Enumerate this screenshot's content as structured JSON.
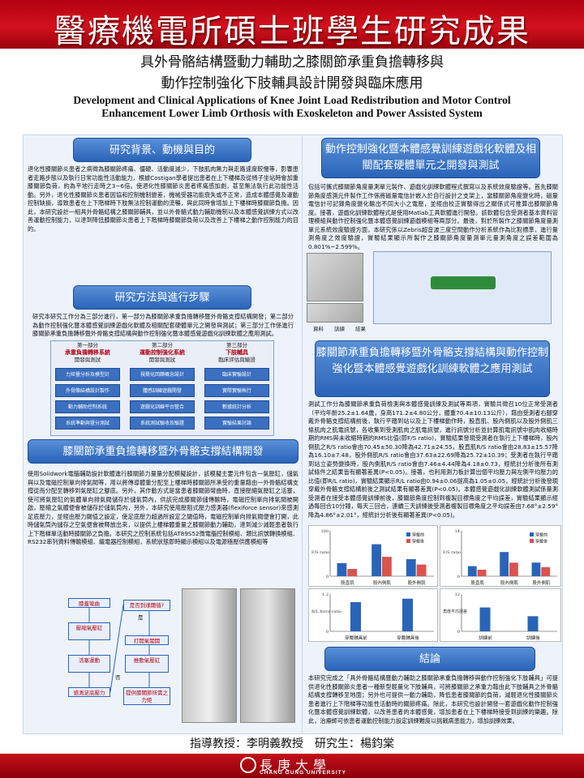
{
  "banner": {
    "title": "醫療機電所碩士班學生研究成果"
  },
  "titles": {
    "zh_line1": "具外骨骼結構暨動力輔助之膝關節承重負擔轉移與",
    "zh_line2": "動作控制強化下肢輔具設計開發與臨床應用",
    "en_line1": "Development and Clinical Applications of Knee Joint Load Redistribution and Motor Control",
    "en_line2": "Enhancement Lower Limb Orthosis with Exoskeleton and Power Assisted System"
  },
  "sections": {
    "background": {
      "title": "研究背景、動機與目的",
      "text": "退化性膝關節炎患者之病徵為膝關節疼痛、僵硬、活動度減少，下肢肌肉無力與走路速度較慢等，影響患者走路步態以及執行日常功能性活動能力，根據Costigan學者提出患者在上下樓梯及從椅子坐站時會加重膝關節負荷，約為平地行走時之3~6倍。使退化性膝關節炎患者疼痛感加劇，甚至無法執行此功能性活動。另外，退化性膝關節炎患者因協和控制機制變差，機械受器功能衰失或不正常，造成本體感覺及運動控制缺損，導致患者在上下階梯時下肢無法控制運動的流暢，與此同時會增加上下樓梯時膝關節負擔。因此，本研究設計一組具外骨骼結構之膝關節輔具，並以外骨骼式動力輔助機制以及本體感覺訓練方式以改善運動控制能力，以達到降低膝關節炎患者上下階梯時膝關節負荷以及改善上下樓梯之動作控制能力的目的。"
    },
    "methods": {
      "title": "研究方法與進行步驟",
      "text": "研究本研究工作分為三部分進行，第一部分為膝關節承重負擔轉移暨外骨骼支撐結構開發；第二部分為動作控制強化暨本體感覺訓練遊戲化軟體及相關配套硬體單元之開發與測試；第三部分工作係進行膝關節承重負擔轉移暨外骨骼支撐結構與動作控制強化暨本體感覺遊戲化訓練軟體之應用測試。",
      "flow": {
        "columns": [
          {
            "head1": "第一部分",
            "head2": "承重負擔轉移系統",
            "head3": "開發與測試",
            "items": [
              "力矩量分析及模型計",
              "外骨骼結構設計製作",
              "動力輔助控制系統",
              "系統準動與暨分測試"
            ]
          },
          {
            "head1": "第二部分",
            "head2": "運動控制強化系統",
            "head3": "開發與測試",
            "items": [
              "視覺化回饋概念設計",
              "體感訓練遊戲開發",
              "遊戲化訓練平台整合",
              "系統測試驗收及驗證"
            ]
          },
          {
            "head1": "第三部分",
            "head2": "下肢輔具",
            "head3": "臨床評估與驗證",
            "items": [
              "臨床實驗設計",
              "實際實驗執行",
              "數據統計分析",
              "實驗結果討論"
            ]
          }
        ]
      }
    },
    "exo": {
      "title": "膝關節承重負擔轉移暨外骨骼支撐結構開發",
      "text": "使用Solidwork電腦輔助設計軟體進行膝關節力量量分配模擬設計，該模擬主要元件包含一氣壓缸，儲氣與以及電磁控制單向排氣閥等，用以將傳導體重分配至上樓梯時膝關節所承受的重量藉由一外骨骼結構支撐從而分配至轉移到氣壓缸之腳底。另外，其作動方式是當患者膝關節彎曲時，直接壓縮氣壓缸之活塞，使可將氣壓缸的氣體單向排氣閥儲存於儲氣筒內，供該完成膝關節儲傳輸時，電磁控制單向排氣閥被開啟，壓縮之氣體便會被儲存於儲氣筒內，另外，本研究使用壓阻式壓力感測器(flexiforce sensor)來感測足底壓力，並經由壓力閾值之設定，使足底壓力超過所設定之閾值時，電磁控制單向排氣閥便會打開，此時儲氣筒內儲存之空氣便會被釋放出來，以提供上樓梯體重量之膝關節動力輔助，達到減少減輕患者執行上下階梯單活動時膝關節之負擔。本研究之控制系統包括AT89S52微電腦控制模組、類比訊號轉換模組、RS232串列資料傳輸模組、繼電器控制模組，系統狀態即時顯示模組以及電源穩壓供應模組等",
      "flowchart": [
        "膝蓋彎曲",
        "壓縮氣壓缸",
        "活塞運動",
        "感測足底壓力",
        "是否到達閾值?",
        "打開氣閥閥",
        "推動氣壓缸",
        "提供膝關節所需之力矩"
      ],
      "flowchart_labels": {
        "yes": "是",
        "no": "否"
      }
    },
    "game": {
      "title": "動作控制強化暨本體感覺訓練遊戲化軟體及相關配套硬體單元之開發與測試",
      "text": "包括可攜式膝關節角度量測單元製作、遊戲化訓練軟體程式撰寫以及系統效度驗證等。首先膝關節角度感測元件製作工作係將磁量電信計嵌入於自行設計之支架上，當膝關節角度變化時，磁量電信計可記錄角度變化輸出不同大小之電壓，並經由校正實驗得出之關係式可推算出膝關節角度。接著，遊戲化訓練軟體程式是使用Matlab工具軟體進行開發。該軟體包含受測者基本資料管理模組與動作控制強化暨本體感覺訓練遊戲模組等兩部分。最後，對於所製作之膝關節角度量測單元系統效度驗證方面，本研究係以Zebris超音波三度空間動作分析系統作為比對標準，進行量測角度之效度驗證，實驗結果顯示所製作之膝關節角度量測單元量測角度之誤差範圍為0.801%~2.599%。",
      "ui_labels": [
        "資料",
        "訓練",
        "結果"
      ]
    },
    "test": {
      "title": "膝關節承重負擔轉移暨外骨骼支撐結構與動作控制強化暨本體感覺遊戲化訓練軟體之應用測試",
      "text": "測試工作分為膝關節承重負荷檢測與本體感覺訓練及測試等兩項，實驗共徵召10位正常受測者（平均年齡25.2±1.64歲，身高171.2±4.80公分，體重70.4±10.13公斤），藉由受測者右腳穿戴外骨骼支撐結構前後，執行平踏到站以及上下樓梯動作時，股直肌、股內側肌以及股外側肌三條肌肉之肌電訊號，各收集到受測肌肉之肌電訊號，進行訊號分析並計算肌電訊號中肌肉收縮時期的RMS與未收縮時期的RMS比值(即F/S ratio)，實驗結果發現受測者在執行上下樓梯時，股內側肌之R/S ratio會由70.45±50.30降為42.71±24.55，股直肌R/S ratio會由28.83±15.57降為16.10±7.48，股外側肌R/S ratio會由37.63±22.69降為25.72±10.39；受測者在執行平踏到站立姿勢變換時，股內側肌R/S ratio會由7.46±4.44降為4.18±0.73，經統計分析後所有測試條件之結果皆有顯著差異(P<0.05)。接著，也利用測力板計算出個平均壓力與左側平均壓力的比值(即R/L ratio)，實驗結果顯示R/L ratio由0.94±0.06提高為1.05±0.05，經統計分析後發現穿戴外骨骼支撐結構前後之測試結果有顯著差異(P<0.05)。本體感覺遊戲化訓練軟體測試係量測受測者在接受本體感覺訓練前後，膝關節角度控制到複製目標角度之平均誤差，實驗結果顯示經過每回合10分鐘，每天三回合，連續三天訓練後受測者複製目標角度之平均誤差由7.68°±2.59°降為4.86°±2.01°，經統計分析後有顯著差異(P<0.05)。",
      "charts": [
        {
          "type": "bar",
          "ylabel": "F/S ratio",
          "categories": [
            "股直肌",
            "股內側肌",
            "股外側肌"
          ],
          "legend": [
            "穿戴前",
            "穿戴後"
          ],
          "ylim": [
            0,
            100
          ],
          "series": [
            {
              "name": "穿戴前",
              "values": [
                28.83,
                70.45,
                37.63
              ]
            },
            {
              "name": "穿戴後",
              "values": [
                16.1,
                42.71,
                25.72
              ]
            }
          ]
        },
        {
          "type": "bar",
          "ylabel": "F/S ratio",
          "categories": [
            "股直肌",
            "股內側肌",
            "股外側肌"
          ],
          "legend": [
            "穿戴前",
            "穿戴後"
          ],
          "ylim": [
            0,
            14
          ],
          "series": [
            {
              "name": "穿戴前",
              "values": [
                3.1,
                7.46,
                4.2
              ]
            },
            {
              "name": "穿戴後",
              "values": [
                2.0,
                4.18,
                2.8
              ]
            }
          ]
        },
        {
          "type": "bar",
          "ylabel": "R/L force ratio",
          "categories": [
            "穿戴輔具前",
            "穿戴輔具後"
          ],
          "ylim": [
            0.0,
            1.2
          ],
          "series": [
            {
              "values": [
                0.94,
                1.05
              ]
            }
          ]
        },
        {
          "type": "bar",
          "ylabel": "角度平均誤差",
          "categories": [
            "訓練前",
            "訓練後"
          ],
          "ylim": [
            0,
            12
          ],
          "series": [
            {
              "values": [
                7.68,
                4.86
              ]
            }
          ]
        }
      ]
    },
    "conclusion": {
      "title": "結論",
      "text": "本研究完成之「具外骨骼結構暨動力輔助之膝關節承重負擔轉移與動作控制強化下肢輔具」可提供退化性膝關節炎患者一種新型輕量化下肢輔具，可將膝關節之承重力藉由此下肢輔具之外骨骼結構支撐轉移至地面；另外也可提供一動力輔助，降低患者膝關節的負荷，減輕退化性膝關節炎患者進行上下階梯等功能性活動時的關節疼痛。除此，本研究也設計開發一套遊戲化動作控制強化暨本體感覺訓練軟體，以改善患者的本體感覺，增加患者在上下樓梯時接受到訓練的樂趣。除此，治療師可依患者運動控制能力設定訓練難度以挑戰病患能力，增加訓練效果。"
    }
  },
  "footer": {
    "advisor": "指導教授：李明義教授　研究生：楊鈞棠",
    "university_zh": "長庚大學",
    "university_en": "CHANG GUNG UNIVERSITY"
  },
  "colors": {
    "banner": "#c8101c",
    "section_head": "#2a64b8",
    "accent_red": "#b30010"
  }
}
